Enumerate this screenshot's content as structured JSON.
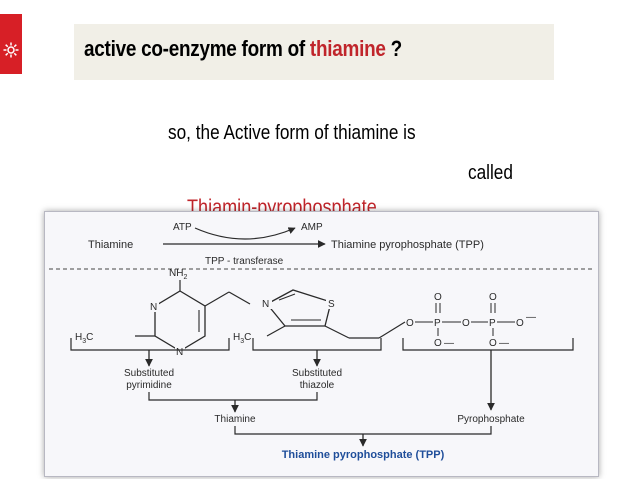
{
  "slide": {
    "title_prefix": "active co-enzyme form of ",
    "title_highlight": "thiamine",
    "title_suffix": " ?",
    "body_line1": "so, the Active form of thiamine is",
    "body_line2": "called",
    "highlight_name": "Thiamin-pyrophosphate"
  },
  "figure": {
    "reaction": {
      "substrate": "Thiamine",
      "product": "Thiamine pyrophosphate (TPP)",
      "cosubstrate": "ATP",
      "coproduct": "AMP",
      "enzyme": "TPP - transferase"
    },
    "structure_labels": {
      "amino": "NH",
      "amino_sub": "2",
      "n": "N",
      "s": "S",
      "p": "P",
      "o": "O",
      "methyl_h": "H",
      "methyl_c": "C",
      "methyl_sub": "3",
      "anion_minus": "—"
    },
    "parts": {
      "pyrimidine_line1": "Substituted",
      "pyrimidine_line2": "pyrimidine",
      "thiazole_line1": "Substituted",
      "thiazole_line2": "thiazole",
      "thiamine": "Thiamine",
      "pyrophosphate": "Pyrophosphate",
      "final": "Thiamine pyrophosphate (TPP)"
    }
  },
  "colors": {
    "accent": "#d71f26",
    "highlight_text": "#c0252b",
    "title_band": "#f1efe7",
    "final_label": "#1f4e9a"
  },
  "icons": {
    "slide_marker": "gear-icon"
  }
}
